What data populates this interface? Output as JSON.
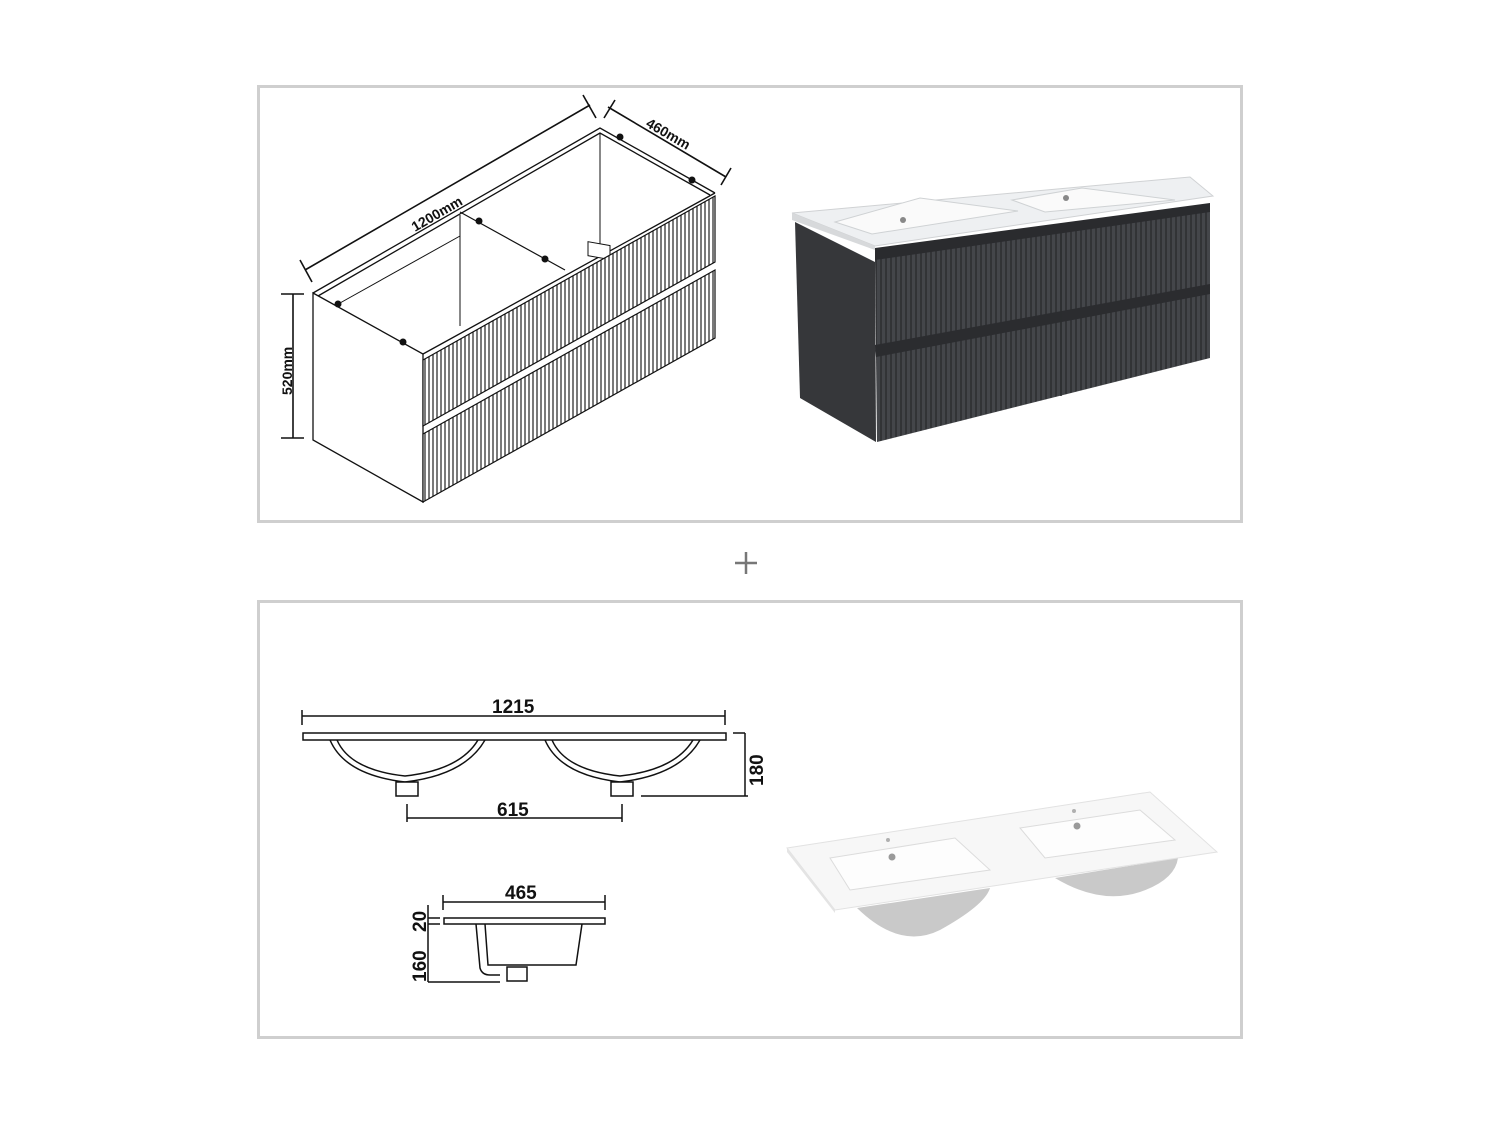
{
  "cabinet_drawing": {
    "width_label": "1200mm",
    "depth_label": "460mm",
    "height_label": "520mm"
  },
  "cabinet_render": {
    "body_color": "#3c3d40",
    "top_color": "#eef0f2"
  },
  "separator": {
    "symbol": "plus-icon"
  },
  "basin_drawing": {
    "overall_width": "1215",
    "height": "180",
    "drain_spacing": "615",
    "depth": "465",
    "rim_thickness": "20",
    "bowl_depth": "160"
  },
  "basin_render": {
    "color": "#f7f7f7",
    "underside_color": "#c9c9c9"
  }
}
